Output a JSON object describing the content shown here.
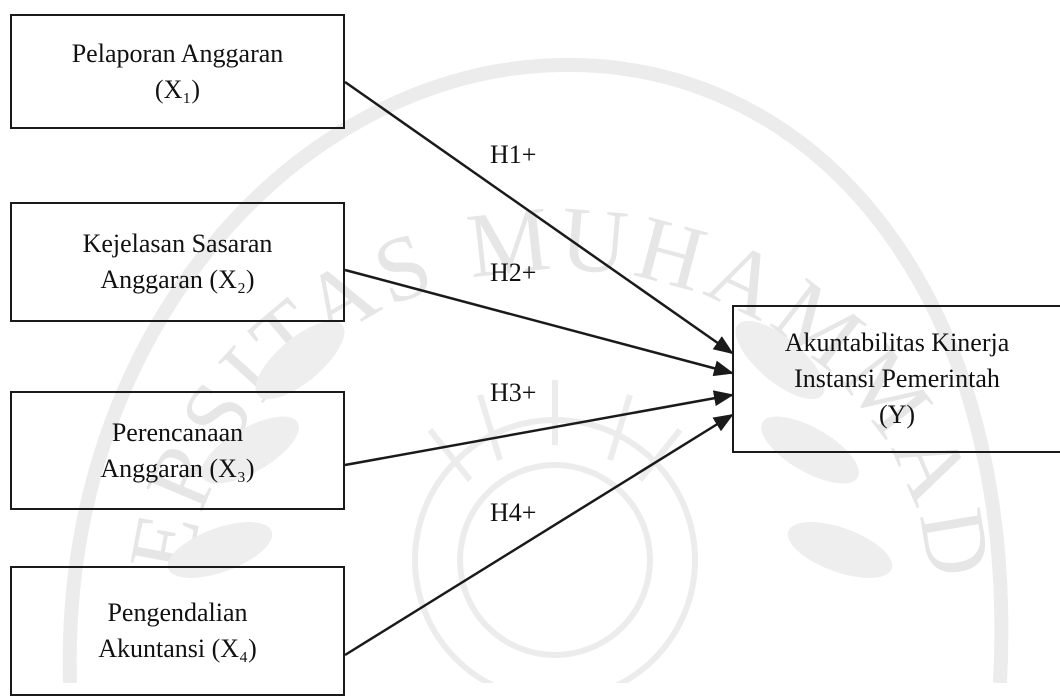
{
  "nodes": {
    "x1": {
      "line1": "Pelaporan Anggaran",
      "line2": "(X₁)"
    },
    "x2": {
      "line1": "Kejelasan Sasaran",
      "line2": "Anggaran (X₂)"
    },
    "x3": {
      "line1": "Perencanaan",
      "line2": "Anggaran (X₃)"
    },
    "x4": {
      "line1": "Pengendalian",
      "line2": "Akuntansi (X₄)"
    },
    "y": {
      "line1": "Akuntabilitas Kinerja",
      "line2": "Instansi Pemerintah",
      "line3": "(Y)"
    }
  },
  "edges": [
    {
      "from": "x1",
      "to": "y",
      "label": "H1+"
    },
    {
      "from": "x2",
      "to": "y",
      "label": "H2+"
    },
    {
      "from": "x3",
      "to": "y",
      "label": "H3+"
    },
    {
      "from": "x4",
      "to": "y",
      "label": "H4+"
    }
  ],
  "watermark": {
    "text": "UNIVERSITAS MUHAMMADIYAH",
    "color": "#e6e6e6"
  },
  "colors": {
    "line": "#1a1a1a",
    "text": "#111111"
  }
}
